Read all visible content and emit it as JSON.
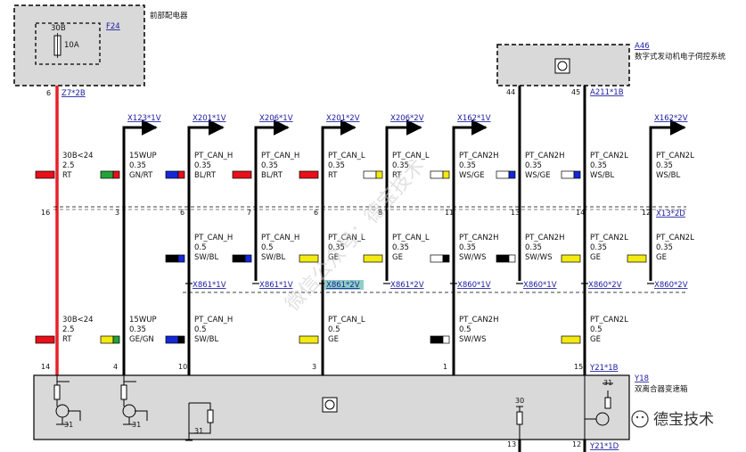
{
  "colors": {
    "RT": "#e8101a",
    "GN": "#23a23a",
    "BL": "#1428d8",
    "SW": "#000000",
    "GE": "#f2ea10",
    "WS": "#ffffff",
    "wire_red": "#e8202a",
    "box_fill": "#d9d9d9",
    "link": "#1a1aa0",
    "hilite": "#8fcfc4"
  },
  "components": {
    "fuse_box": {
      "name": "前部配电器",
      "fuse_id": "F24",
      "fuse_label": "30B",
      "fuse_rating": "10A",
      "pin": "6",
      "connector": "Z7*2B"
    },
    "ecu": {
      "code": "A46",
      "name": "数字式发动机电子伺控系统",
      "pin_left": "44",
      "pin_right": "45",
      "connector": "A211*1B"
    },
    "gearbox": {
      "code": "Y18",
      "name": "双离合器变速箱",
      "connector_top": "Y21*1B",
      "connector_bottom": "Y21*1D",
      "pin_30": "30",
      "pin_31_right": "31",
      "pin_31_a": "31",
      "pin_31_b": "31",
      "pin_31_c": "31"
    }
  },
  "top_wires": [
    {
      "dest": "",
      "sig": "30B<24",
      "size": "2.5",
      "color": "RT",
      "c1": "RT",
      "c2": ""
    },
    {
      "dest": "X123*1V",
      "sig": "15WUP",
      "size": "0.35",
      "color": "GN/RT",
      "c1": "GN",
      "c2": "RT"
    },
    {
      "dest": "X201*1V",
      "sig": "PT_CAN_H",
      "size": "0.35",
      "color": "BL/RT",
      "c1": "BL",
      "c2": "RT"
    },
    {
      "dest": "X206*1V",
      "sig": "PT_CAN_H",
      "size": "0.35",
      "color": "BL/RT",
      "c1": "RT",
      "c2": ""
    },
    {
      "dest": "X201*2V",
      "sig": "PT_CAN_L",
      "size": "0.35",
      "color": "RT",
      "c1": "RT",
      "c2": ""
    },
    {
      "dest": "X206*2V",
      "sig": "PT_CAN_L",
      "size": "0.35",
      "color": "RT",
      "c1": "WS",
      "c2": "GE"
    },
    {
      "dest": "X162*1V",
      "sig": "PT_CAN2H",
      "size": "0.35",
      "color": "WS/GE",
      "c1": "WS",
      "c2": "GE"
    },
    {
      "dest": "",
      "sig": "PT_CAN2H",
      "size": "0.35",
      "color": "WS/GE",
      "c1": "WS",
      "c2": "BL"
    },
    {
      "dest": "",
      "sig": "PT_CAN2L",
      "size": "0.35",
      "color": "WS/BL",
      "c1": "WS",
      "c2": "BL"
    },
    {
      "dest": "X162*2V",
      "sig": "PT_CAN2L",
      "size": "0.35",
      "color": "WS/BL",
      "c1": "",
      "c2": ""
    }
  ],
  "mid_pins": [
    "16",
    "3",
    "6",
    "7",
    "6",
    "8",
    "11",
    "13",
    "14",
    "12"
  ],
  "mid_connector": "X13*2D",
  "mid_wires": [
    {
      "sig": "PT_CAN_H",
      "size": "0.5",
      "color": "SW/BL",
      "c1": "SW",
      "c2": "BL",
      "dest": "X861*1V"
    },
    {
      "sig": "PT_CAN_H",
      "size": "0.5",
      "color": "SW/BL",
      "c1": "SW",
      "c2": "BL",
      "dest": "X861*1V"
    },
    {
      "sig": "PT_CAN_L",
      "size": "0.35",
      "color": "GE",
      "c1": "GE",
      "c2": "",
      "dest": "X861*2V"
    },
    {
      "sig": "PT_CAN_L",
      "size": "0.35",
      "color": "GE",
      "c1": "GE",
      "c2": "",
      "dest": "X861*2V"
    },
    {
      "sig": "PT_CAN2H",
      "size": "0.35",
      "color": "SW/WS",
      "c1": "WS",
      "c2": "SW",
      "dest": "X860*1V"
    },
    {
      "sig": "PT_CAN2H",
      "size": "0.35",
      "color": "SW/WS",
      "c1": "SW",
      "c2": "WS",
      "dest": "X860*1V"
    },
    {
      "sig": "PT_CAN2L",
      "size": "0.35",
      "color": "GE",
      "c1": "GE",
      "c2": "",
      "dest": "X860*2V"
    },
    {
      "sig": "PT_CAN2L",
      "size": "0.35",
      "color": "GE",
      "c1": "GE",
      "c2": "",
      "dest": "X860*2V"
    }
  ],
  "bottom_wires": [
    {
      "sig": "30B<24",
      "size": "2.5",
      "color": "RT",
      "c1": "RT",
      "c2": ""
    },
    {
      "sig": "15WUP",
      "size": "0.35",
      "color": "GE/GN",
      "c1": "GE",
      "c2": "GN"
    },
    {
      "sig": "PT_CAN_H",
      "size": "0.5",
      "color": "SW/BL",
      "c1": "BL",
      "c2": "SW"
    },
    {
      "sig": "PT_CAN_L",
      "size": "0.5",
      "color": "GE",
      "c1": "GE",
      "c2": ""
    },
    {
      "sig": "PT_CAN2H",
      "size": "0.5",
      "color": "SW/WS",
      "c1": "SW",
      "c2": "WS"
    },
    {
      "sig": "PT_CAN2L",
      "size": "0.5",
      "color": "GE",
      "c1": "GE",
      "c2": ""
    }
  ],
  "bottom_pins": [
    "14",
    "4",
    "10",
    "3",
    "1",
    "15"
  ],
  "below_pins": [
    "13",
    "12"
  ],
  "watermark": {
    "text": "微信公众号：德宝技术",
    "brand": "德宝技术"
  }
}
